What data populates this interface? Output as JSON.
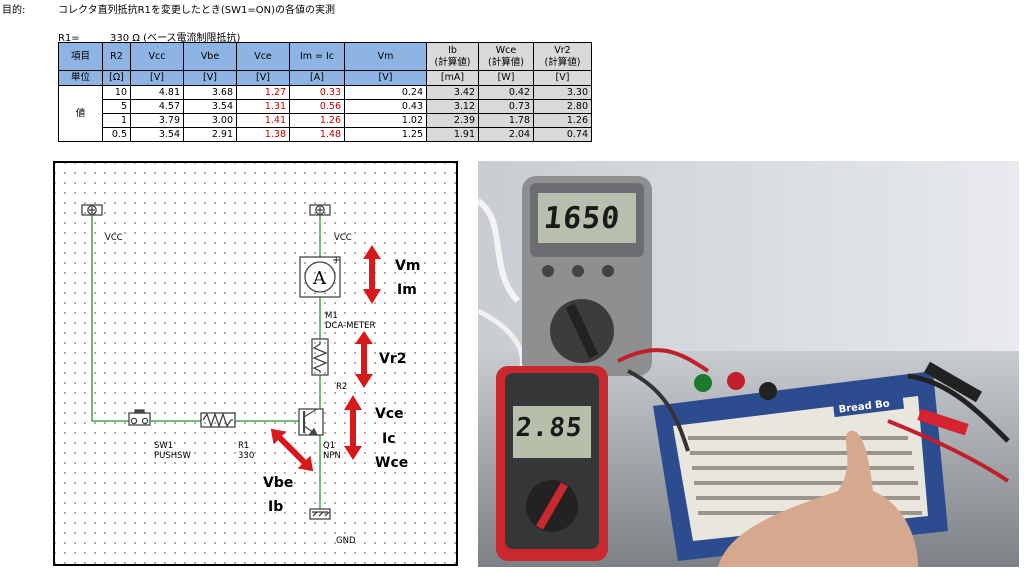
{
  "purpose": {
    "label": "目的:",
    "text": "コレクタ直列抵抗R1を変更したとき(SW1=ON)の各値の実測"
  },
  "r1_note": {
    "label": "R1=",
    "value": "330 Ω (ベース電流制限抵抗)"
  },
  "table": {
    "headers": [
      "項目",
      "R2",
      "Vcc",
      "Vbe",
      "Vce",
      "Im = Ic",
      "Vm",
      "Ib\n(計算値)",
      "Wce\n(計算値)",
      "Vr2\n(計算値)"
    ],
    "units": [
      "単位",
      "[Ω]",
      "[V]",
      "[V]",
      "[V]",
      "[A]",
      "[V]",
      "[mA]",
      "[W]",
      "[V]"
    ],
    "row_label": "値",
    "rows": [
      [
        "10",
        "4.81",
        "3.68",
        "1.27",
        "0.33",
        "0.24",
        "3.42",
        "0.42",
        "3.30"
      ],
      [
        "5",
        "4.57",
        "3.54",
        "1.31",
        "0.56",
        "0.43",
        "3.12",
        "0.73",
        "2.80"
      ],
      [
        "1",
        "3.79",
        "3.00",
        "1.41",
        "1.26",
        "1.02",
        "2.39",
        "1.78",
        "1.26"
      ],
      [
        "0.5",
        "3.54",
        "2.91",
        "1.38",
        "1.48",
        "1.25",
        "1.91",
        "2.04",
        "0.74"
      ]
    ]
  },
  "schematic": {
    "vcc_left": "VCC",
    "vcc_right": "VCC",
    "meter_symbol": "A",
    "meter_plus": "+",
    "m1_name": "M1",
    "m1_type": "DCA-METER",
    "r2_name": "R2",
    "sw1_name": "SW1",
    "sw1_type": "PUSHSW",
    "r1_name": "R1",
    "r1_value": "330",
    "q1_name": "Q1",
    "q1_type": "NPN",
    "gnd": "GND",
    "ann_vm": "Vm",
    "ann_im": "Im",
    "ann_vr2": "Vr2",
    "ann_vce": "Vce",
    "ann_ic": "Ic",
    "ann_wce": "Wce",
    "ann_vbe": "Vbe",
    "ann_ib": "Ib"
  },
  "photo": {
    "meter1_reading": "1650",
    "meter2_reading": "2.85",
    "breadboard_label": "Bread Bo"
  },
  "colors": {
    "header_blue": "#8db4e2",
    "calc_gray": "#d9d9d9",
    "accent_red": "#c00000",
    "arrow_red": "#d7191c",
    "wire_green": "#2e8b3a"
  }
}
